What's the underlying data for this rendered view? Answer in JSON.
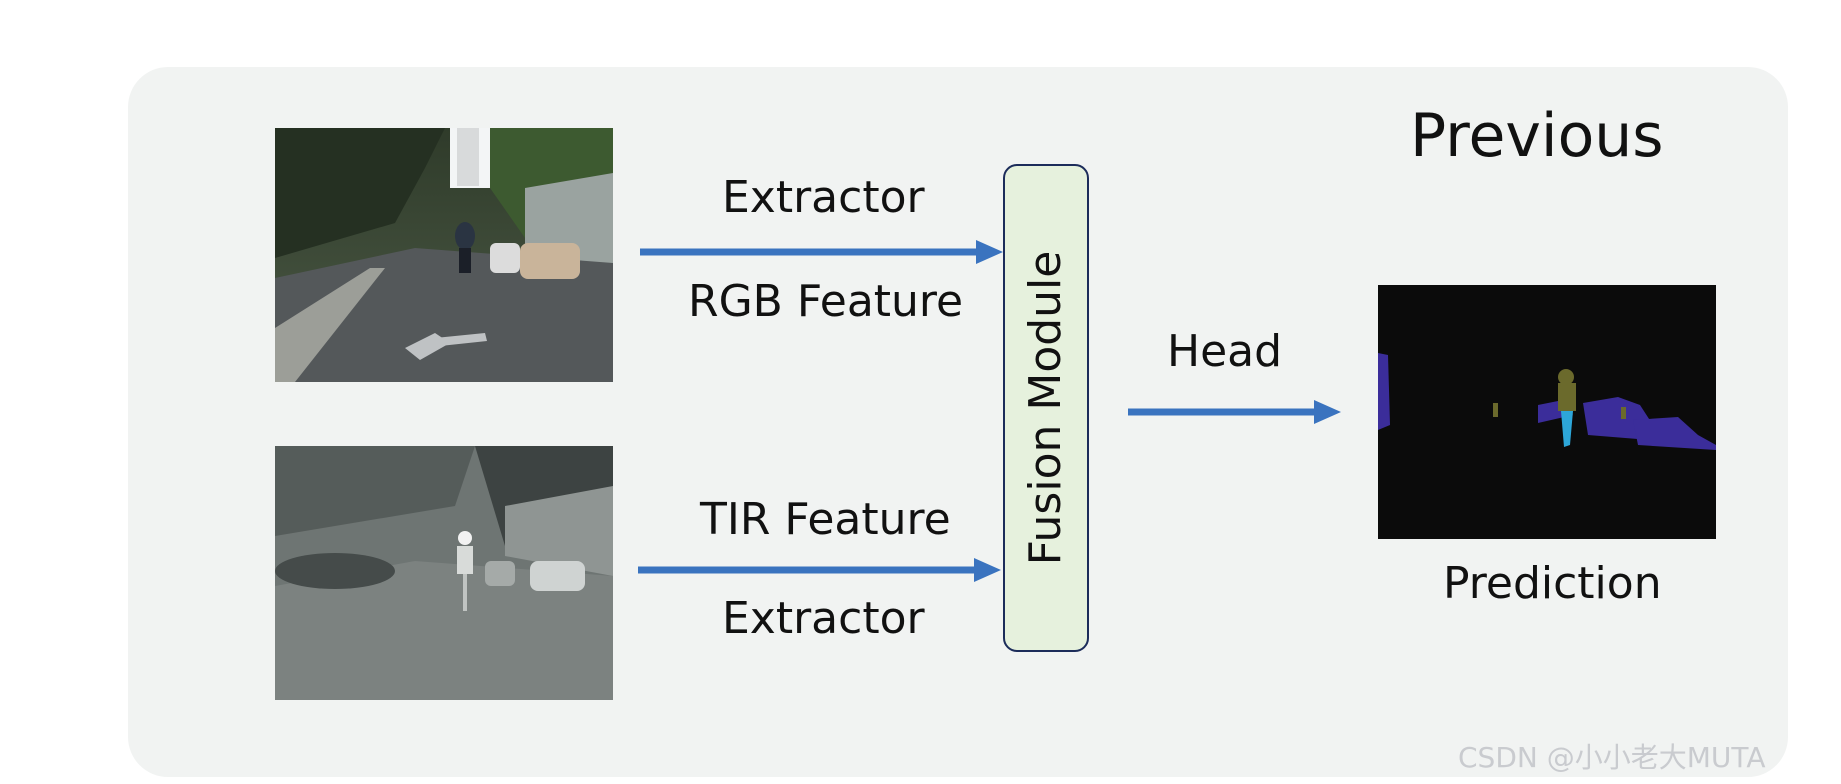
{
  "title": "Previous",
  "rgb_branch": {
    "label_top": "Extractor",
    "label_bottom": "RGB Feature"
  },
  "tir_branch": {
    "label_top": "TIR Feature",
    "label_bottom": "Extractor"
  },
  "fusion": {
    "label": "Fusion  Module"
  },
  "head": {
    "label": "Head"
  },
  "prediction": {
    "label": "Prediction"
  },
  "watermark": "CSDN @小小老大MUTA",
  "colors": {
    "arrow": "#3a73bf",
    "panel": "#f1f3f2",
    "fusion_fill": "#e6f1dd",
    "fusion_border": "#1c2c5a"
  }
}
